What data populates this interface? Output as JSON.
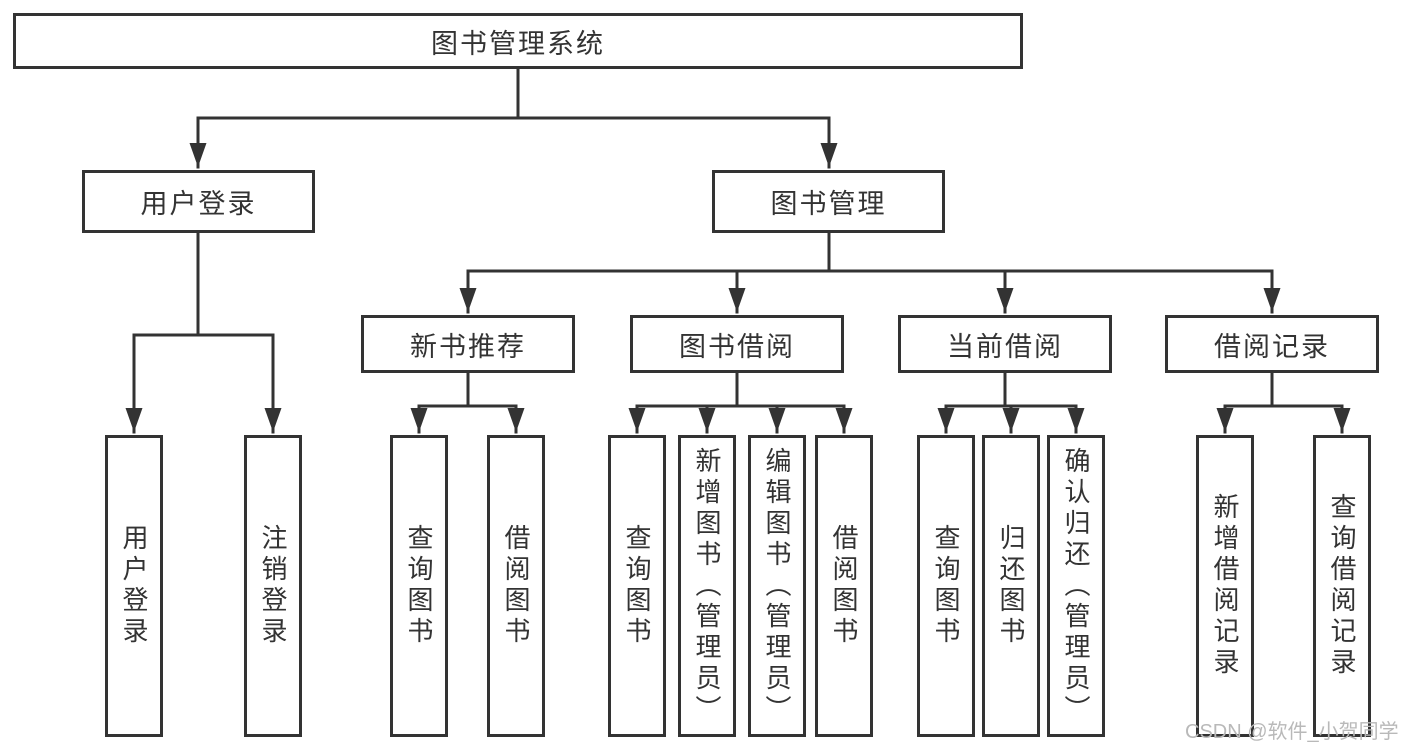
{
  "diagram": {
    "root": {
      "label": "图书管理系统"
    },
    "level2": [
      {
        "label": "用户登录"
      },
      {
        "label": "图书管理"
      }
    ],
    "level3": [
      {
        "label": "新书推荐",
        "parent": "图书管理"
      },
      {
        "label": "图书借阅",
        "parent": "图书管理"
      },
      {
        "label": "当前借阅",
        "parent": "图书管理"
      },
      {
        "label": "借阅记录",
        "parent": "图书管理"
      }
    ],
    "leaves": [
      {
        "label": "用户登录",
        "parent": "用户登录"
      },
      {
        "label": "注销登录",
        "parent": "用户登录"
      },
      {
        "label": "查询图书",
        "parent": "新书推荐"
      },
      {
        "label": "借阅图书",
        "parent": "新书推荐"
      },
      {
        "label": "查询图书",
        "parent": "图书借阅"
      },
      {
        "label": "新增图书（管理员）",
        "parent": "图书借阅"
      },
      {
        "label": "编辑图书（管理员）",
        "parent": "图书借阅"
      },
      {
        "label": "借阅图书",
        "parent": "图书借阅"
      },
      {
        "label": "查询图书",
        "parent": "当前借阅"
      },
      {
        "label": "归还图书",
        "parent": "当前借阅"
      },
      {
        "label": "确认归还（管理员）",
        "parent": "当前借阅"
      },
      {
        "label": "新增借阅记录",
        "parent": "借阅记录"
      },
      {
        "label": "查询借阅记录",
        "parent": "借阅记录"
      }
    ],
    "watermark": "CSDN @软件_小贺同学",
    "colors": {
      "line": "#333333",
      "text": "#333333",
      "background": "#ffffff",
      "watermark": "#b9b9b9"
    }
  }
}
